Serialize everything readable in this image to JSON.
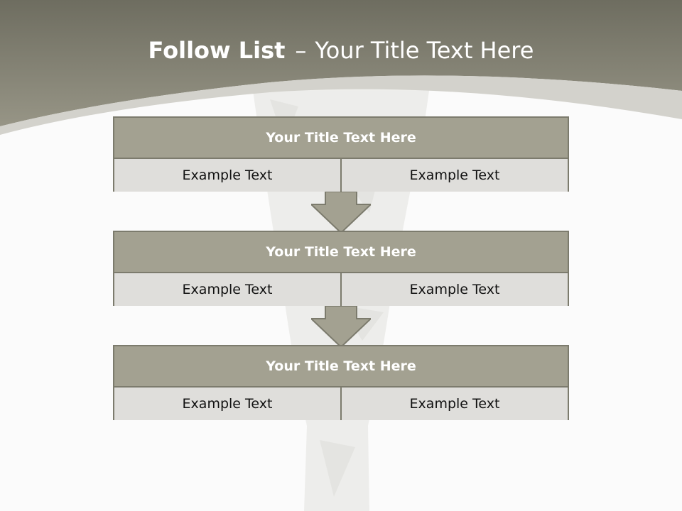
{
  "slide": {
    "title_bold": "Follow List",
    "title_separator": "–",
    "title_rest": "Your Title Text Here"
  },
  "steps": [
    {
      "title": "Your Title Text Here",
      "left": "Example Text",
      "right": "Example Text"
    },
    {
      "title": "Your Title Text Here",
      "left": "Example Text",
      "right": "Example Text"
    },
    {
      "title": "Your Title Text Here",
      "left": "Example Text",
      "right": "Example Text"
    }
  ],
  "colors": {
    "header_band": "#7e7d6f",
    "box_header": "#a3a191",
    "box_cell": "#dfdedb",
    "border": "#7c7b6d"
  },
  "icons": [
    "down-arrow-icon",
    "down-arrow-icon"
  ]
}
